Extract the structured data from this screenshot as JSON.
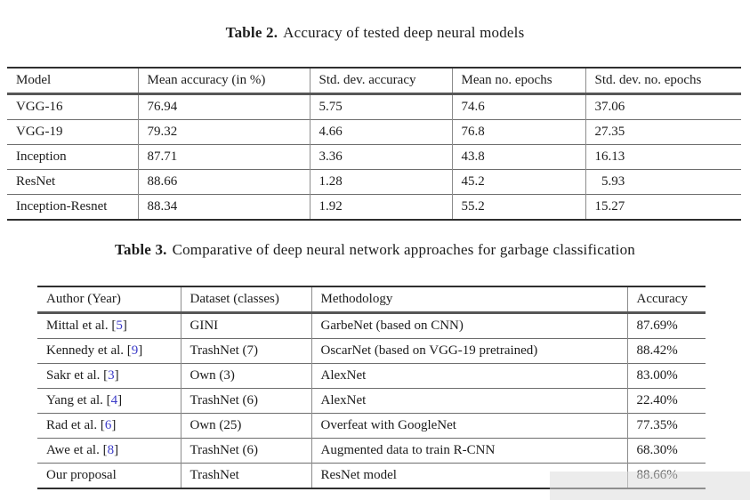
{
  "colors": {
    "citation_link": "#3b3bc8",
    "text": "#1c1c1c",
    "background": "#ffffff"
  },
  "table2": {
    "caption": {
      "label": "Table 2.",
      "text": "Accuracy of tested deep neural models"
    },
    "headers": [
      "Model",
      "Mean accuracy (in %)",
      "Std. dev. accuracy",
      "Mean no. epochs",
      "Std. dev. no. epochs"
    ],
    "rows": [
      [
        "VGG-16",
        "76.94",
        "5.75",
        "74.6",
        "37.06"
      ],
      [
        "VGG-19",
        "79.32",
        "4.66",
        "76.8",
        "27.35"
      ],
      [
        "Inception",
        "87.71",
        "3.36",
        "43.8",
        "16.13"
      ],
      [
        "ResNet",
        "88.66",
        "1.28",
        "45.2",
        " 5.93"
      ],
      [
        "Inception-Resnet",
        "88.34",
        "1.92",
        "55.2",
        "15.27"
      ]
    ]
  },
  "table3": {
    "caption": {
      "label": "Table 3.",
      "text": "Comparative of deep neural network approaches for garbage classification"
    },
    "headers": [
      "Author (Year)",
      "Dataset (classes)",
      "Methodology",
      "Accuracy"
    ],
    "rows": [
      {
        "author": {
          "pre": "Mittal et al. [",
          "cite": "5",
          "post": "]"
        },
        "dataset": "GINI",
        "methodology": "GarbeNet (based on CNN)",
        "accuracy": "87.69%"
      },
      {
        "author": {
          "pre": "Kennedy et al. [",
          "cite": "9",
          "post": "]"
        },
        "dataset": "TrashNet (7)",
        "methodology": "OscarNet (based on VGG-19 pretrained)",
        "accuracy": "88.42%"
      },
      {
        "author": {
          "pre": "Sakr et al. [",
          "cite": "3",
          "post": "]"
        },
        "dataset": "Own (3)",
        "methodology": "AlexNet",
        "accuracy": "83.00%"
      },
      {
        "author": {
          "pre": "Yang et al. [",
          "cite": "4",
          "post": "]"
        },
        "dataset": "TrashNet (6)",
        "methodology": "AlexNet",
        "accuracy": "22.40%"
      },
      {
        "author": {
          "pre": "Rad et al. [",
          "cite": "6",
          "post": "]"
        },
        "dataset": "Own (25)",
        "methodology": "Overfeat with GoogleNet",
        "accuracy": "77.35%"
      },
      {
        "author": {
          "pre": "Awe et al. [",
          "cite": "8",
          "post": "]"
        },
        "dataset": "TrashNet (6)",
        "methodology": "Augmented data to train R-CNN",
        "accuracy": "68.30%"
      },
      {
        "author": {
          "pre": "Our proposal",
          "cite": "",
          "post": ""
        },
        "dataset": "TrashNet",
        "methodology": "ResNet model",
        "accuracy": "88.66%"
      }
    ]
  }
}
